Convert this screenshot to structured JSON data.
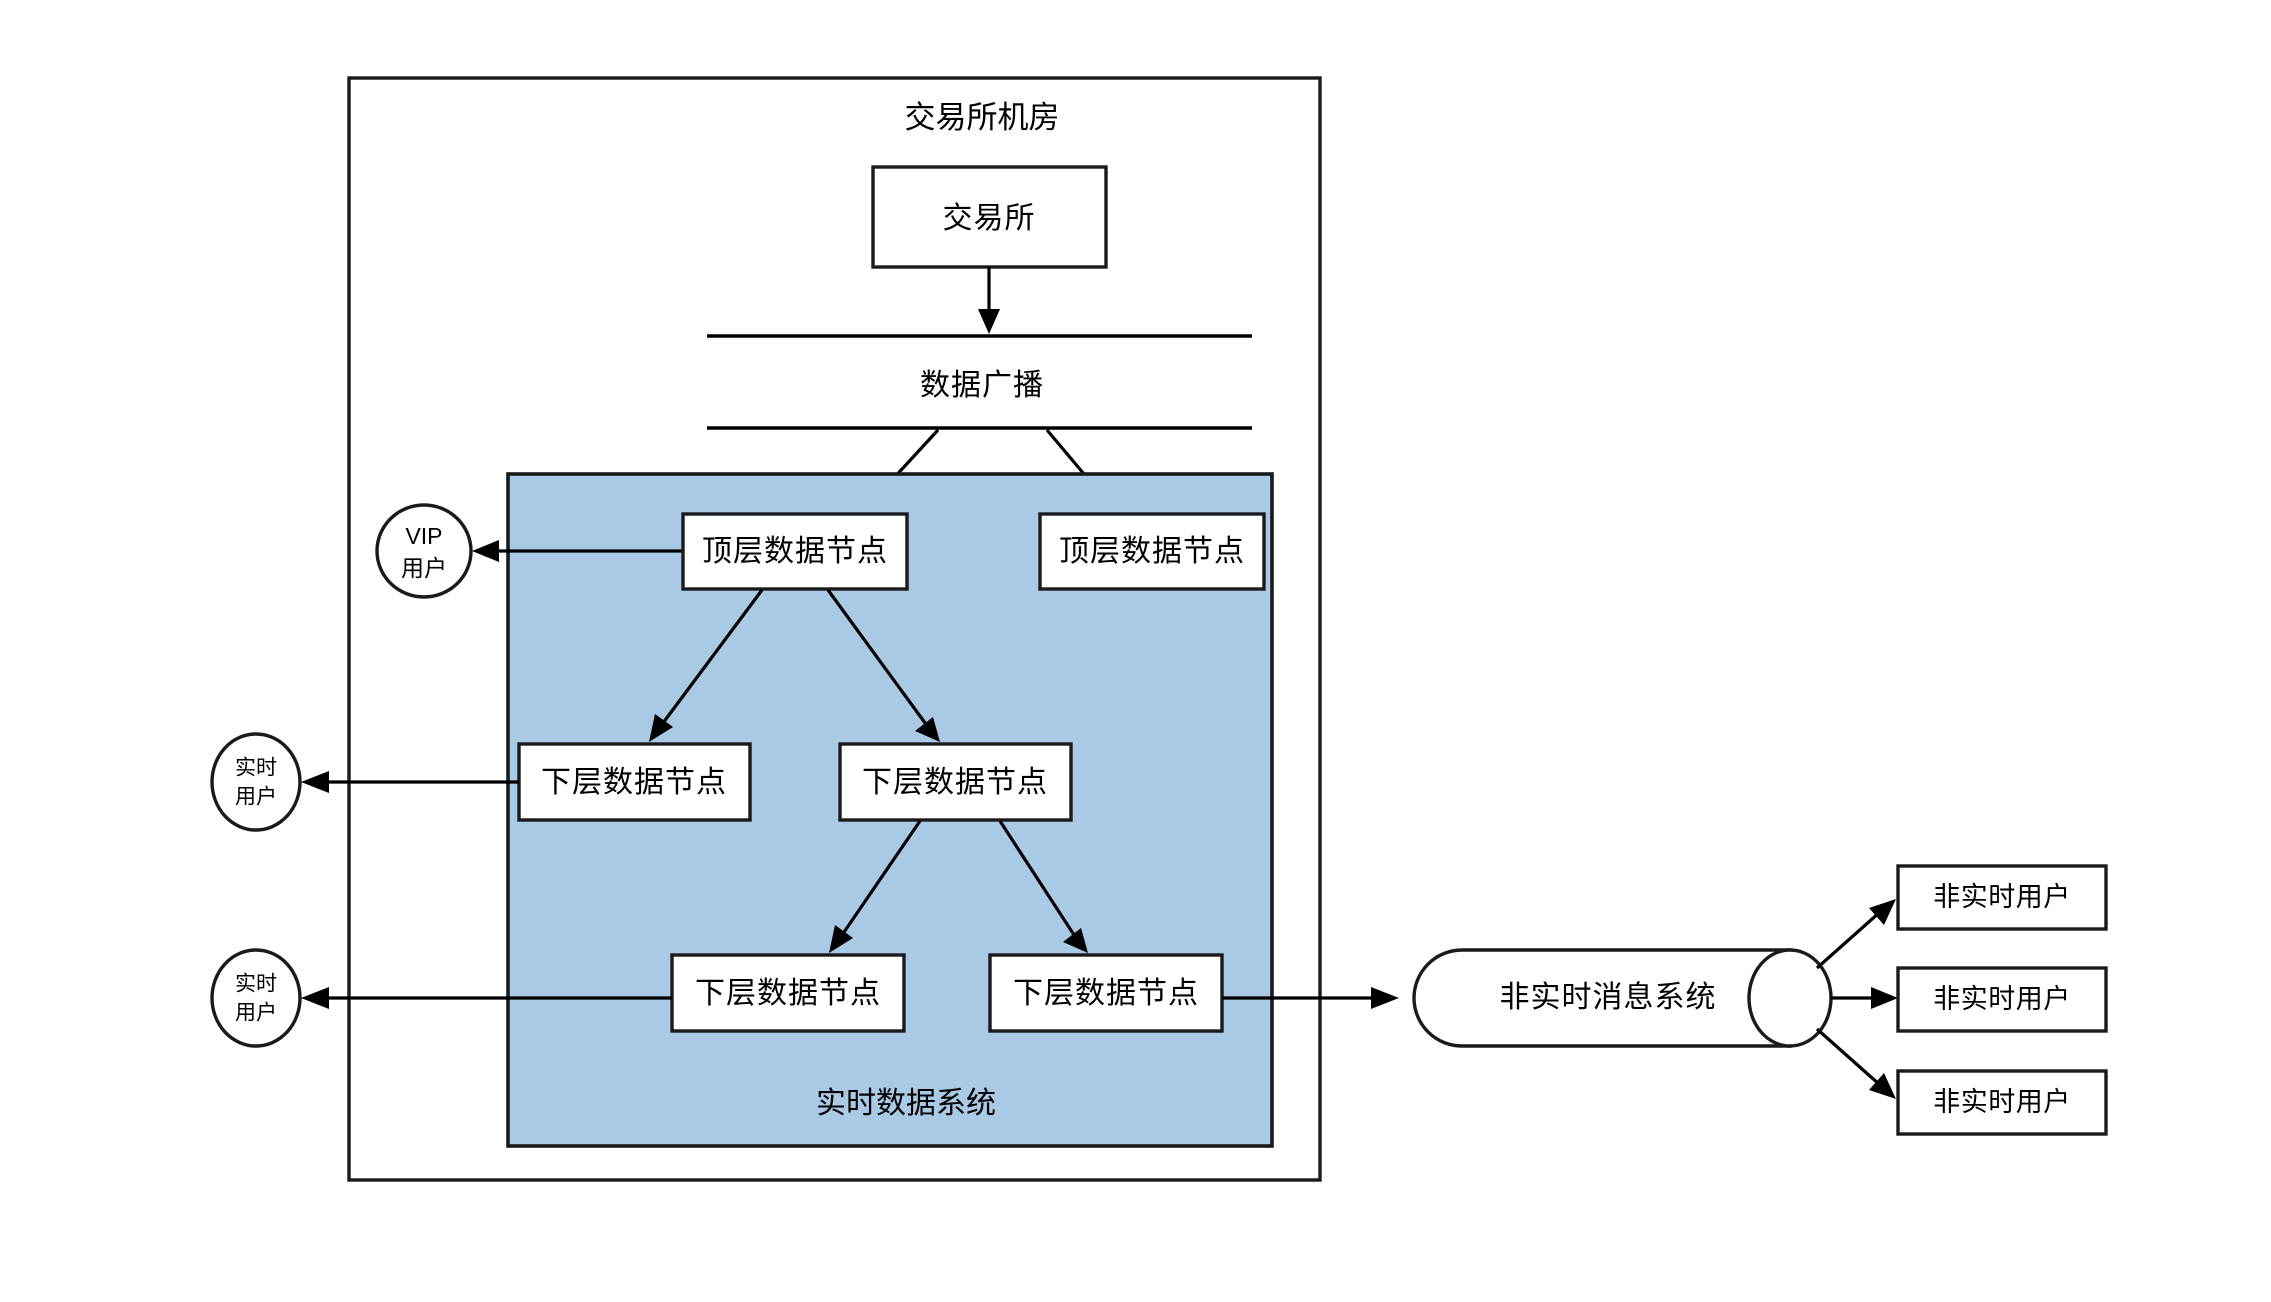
{
  "diagram": {
    "title": "交易所机房",
    "zone_label": "实时数据系统",
    "broadcast_label": "数据广播",
    "colors": {
      "realtime_zone_fill": "#a9c9e4",
      "node_fill": "#ffffff",
      "stroke": "#1a1a1a",
      "edge": "#000000",
      "background": "#ffffff"
    },
    "nodes": {
      "exchange": "交易所",
      "top_node_left": "顶层数据节点",
      "top_node_right": "顶层数据节点",
      "mid_node_left": "下层数据节点",
      "mid_node_right": "下层数据节点",
      "low_node_left": "下层数据节点",
      "low_node_right": "下层数据节点",
      "message_system": "非实时消息系统"
    },
    "actors": {
      "vip_user_line1": "VIP",
      "vip_user_line2": "用户",
      "realtime_user_a_line1": "实时",
      "realtime_user_a_line2": "用户",
      "realtime_user_b_line1": "实时",
      "realtime_user_b_line2": "用户",
      "non_realtime_user_1": "非实时用户",
      "non_realtime_user_2": "非实时用户",
      "non_realtime_user_3": "非实时用户"
    }
  }
}
